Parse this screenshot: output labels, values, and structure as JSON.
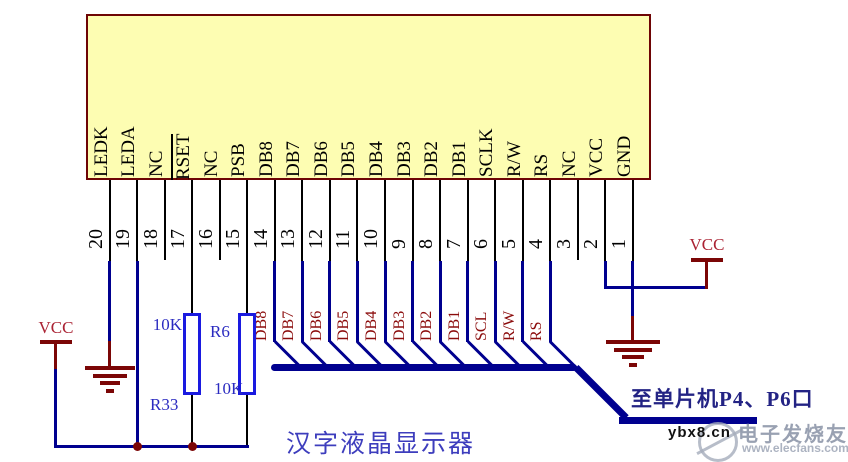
{
  "diagram": {
    "module_pins": [
      {
        "num": "20",
        "label": "LEDK"
      },
      {
        "num": "19",
        "label": "LEDA"
      },
      {
        "num": "18",
        "label": "NC"
      },
      {
        "num": "17",
        "label": "RSET",
        "overline": true
      },
      {
        "num": "16",
        "label": "NC"
      },
      {
        "num": "15",
        "label": "PSB"
      },
      {
        "num": "14",
        "label": "DB8"
      },
      {
        "num": "13",
        "label": "DB7"
      },
      {
        "num": "12",
        "label": "DB6"
      },
      {
        "num": "11",
        "label": "DB5"
      },
      {
        "num": "10",
        "label": "DB4"
      },
      {
        "num": "9",
        "label": "DB3"
      },
      {
        "num": "8",
        "label": "DB2"
      },
      {
        "num": "7",
        "label": "DB1"
      },
      {
        "num": "6",
        "label": "SCLK"
      },
      {
        "num": "5",
        "label": "R/W"
      },
      {
        "num": "4",
        "label": "RS"
      },
      {
        "num": "3",
        "label": "NC"
      },
      {
        "num": "2",
        "label": "VCC"
      },
      {
        "num": "1",
        "label": "GND"
      }
    ],
    "net_labels": [
      "DB8",
      "DB7",
      "DB6",
      "DB5",
      "DB4",
      "DB3",
      "DB2",
      "DB1",
      "SCL",
      "R/W",
      "RS"
    ],
    "power": {
      "vcc_left": "VCC",
      "vcc_right": "VCC"
    },
    "resistors": [
      {
        "name": "R33",
        "value": "10K"
      },
      {
        "name": "R6",
        "value": "10K"
      }
    ],
    "captions": {
      "display": "汉字液晶显示器",
      "destination": "至单片机P4、P6口"
    },
    "watermark": {
      "site": "ybx8.cn",
      "brand": "电子发烧友",
      "url": "www.elecfans.com"
    },
    "colors": {
      "wire_blue": "#00008f",
      "wire_black": "#000000",
      "power_red": "#7b0606",
      "vcc_text_red": "#aa2233",
      "net_label_red": "#8b0b0b",
      "resistor_blue": "#1a1ae0",
      "resistor_text_blue": "#2a2ac0",
      "module_fill": "#fdfdb2",
      "module_border": "#6e0505",
      "caption_blue": "#3d3dbd",
      "destination_blue": "#232384"
    }
  }
}
